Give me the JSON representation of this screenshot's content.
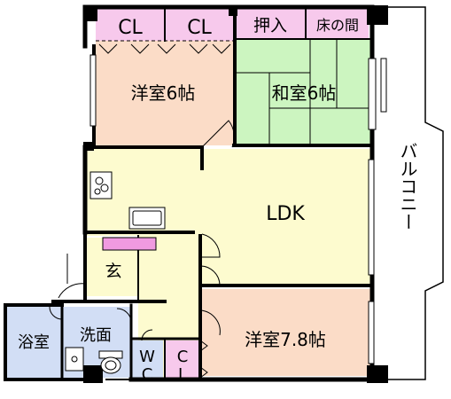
{
  "rooms": {
    "cl1": "CL",
    "cl2": "CL",
    "oshiire": "押入",
    "tokonoma": "床の間",
    "western1": "洋室6帖",
    "japanese": "和室6帖",
    "balcony": "バルコニー",
    "ldk": "LDK",
    "entrance": "玄",
    "bath": "浴室",
    "washroom": "洗面",
    "wc_top": "W",
    "wc_bottom": "C",
    "cl3_top": "C",
    "cl3_bottom": "L",
    "western2": "洋室7.8帖"
  },
  "colors": {
    "cl": "#f7c9ec",
    "tatami": "#ccf5c0",
    "western": "#fbdcc7",
    "kitchen": "#fdfbcf",
    "wet": "#d2def5",
    "wall": "#000000",
    "counter": "#f09ae0"
  }
}
